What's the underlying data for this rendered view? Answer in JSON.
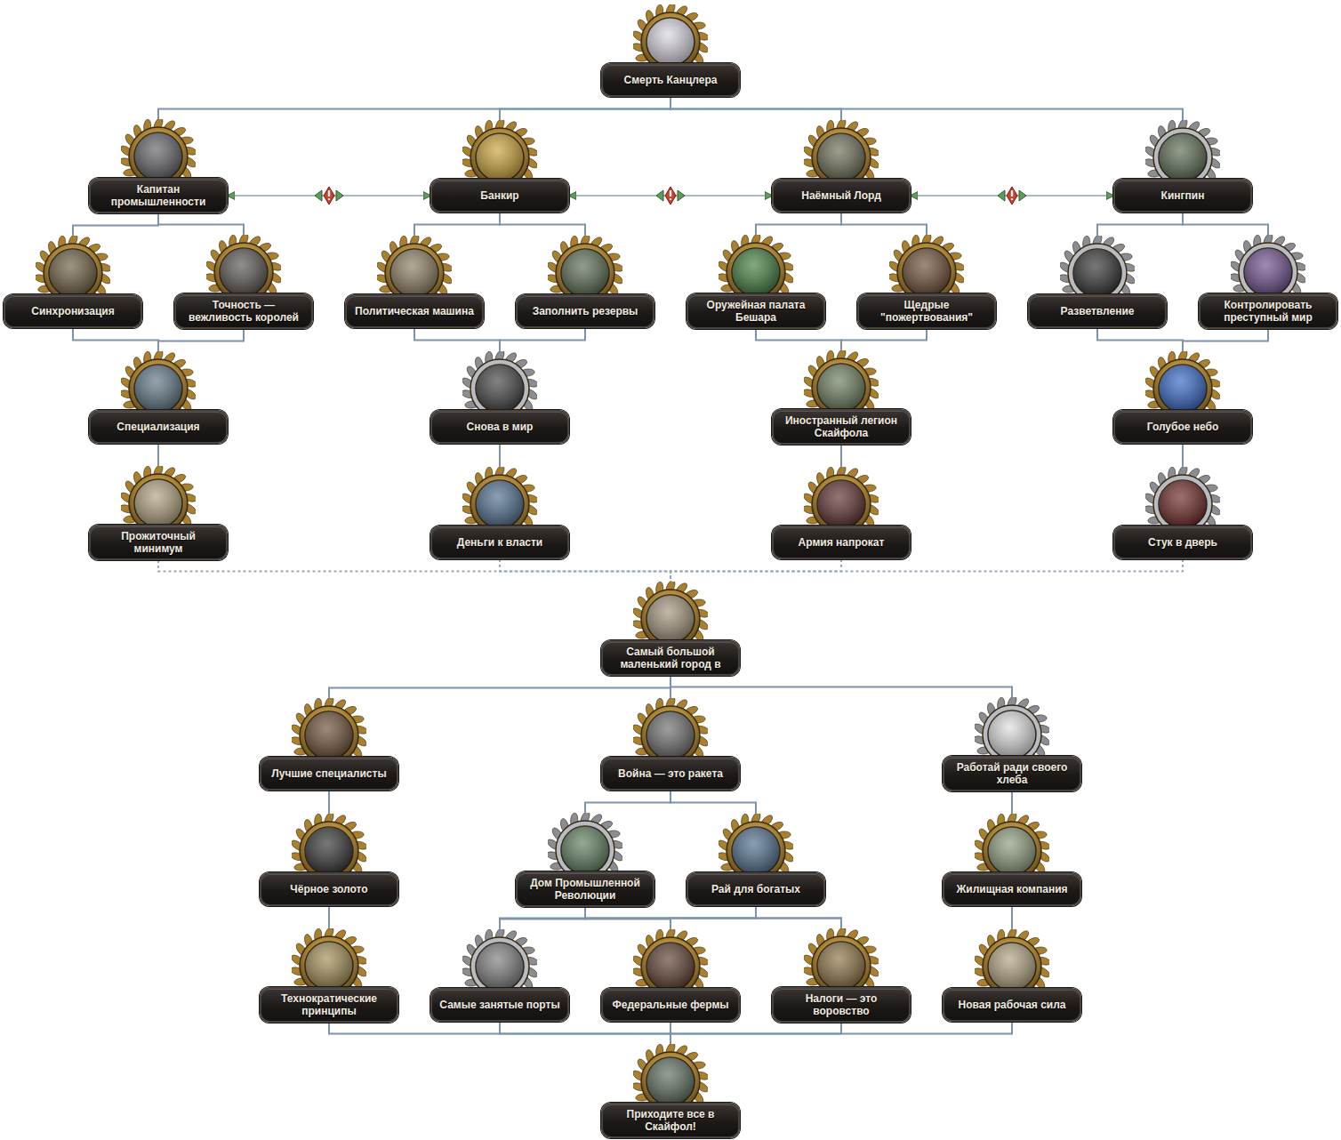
{
  "diagram": {
    "nodes": [
      {
        "text": [
          "Смерть Канцлера"
        ]
      },
      {
        "text": [
          "Капитан промышленности"
        ]
      },
      {
        "text": [
          "Банкир"
        ]
      },
      {
        "text": [
          "Наёмный Лорд"
        ]
      },
      {
        "text": [
          "Кингпин"
        ]
      },
      {
        "text": [
          "Синхронизация"
        ]
      },
      {
        "text": [
          "Точность — вежливость королей"
        ]
      },
      {
        "text": [
          "Политическая машина"
        ]
      },
      {
        "text": [
          "Заполнить резервы"
        ]
      },
      {
        "text": [
          "Оружейная палата Бешара"
        ]
      },
      {
        "text": [
          "Щедрые \"пожертвования\""
        ]
      },
      {
        "text": [
          "Разветвление"
        ]
      },
      {
        "text": [
          "Контролировать преступный мир"
        ]
      },
      {
        "text": [
          "Специализация"
        ]
      },
      {
        "text": [
          "Снова в мир"
        ]
      },
      {
        "text": [
          "Иностранный легион Скайфола"
        ]
      },
      {
        "text": [
          "Голубое небо"
        ]
      },
      {
        "text": [
          "Прожиточный минимум"
        ]
      },
      {
        "text": [
          "Деньги к власти"
        ]
      },
      {
        "text": [
          "Армия напрокат"
        ]
      },
      {
        "text": [
          "Стук в дверь"
        ]
      },
      {
        "text": [
          "Самый большой маленький город в"
        ]
      },
      {
        "text": [
          "Лучшие специалисты"
        ]
      },
      {
        "text": [
          "Война — это ракета"
        ]
      },
      {
        "text": [
          "Работай ради своего хлеба"
        ]
      },
      {
        "text": [
          "Чёрное золото"
        ]
      },
      {
        "text": [
          "Дом Промышленной Революции"
        ]
      },
      {
        "text": [
          "Рай для богатых"
        ]
      },
      {
        "text": [
          "Жилищная компания"
        ]
      },
      {
        "text": [
          "Технократические принципы"
        ]
      },
      {
        "text": [
          "Самые занятые порты"
        ]
      },
      {
        "text": [
          "Федеральные фермы"
        ]
      },
      {
        "text": [
          "Налоги — это воровство"
        ]
      },
      {
        "text": [
          "Новая рабочая сила"
        ]
      },
      {
        "text": [
          "Приходите все в Скайфол!"
        ]
      }
    ],
    "edges": [
      {
        "from": 0,
        "to": 1,
        "arrow": "none"
      },
      {
        "from": 0,
        "to": 2,
        "arrow": "none"
      },
      {
        "from": 0,
        "to": 3,
        "arrow": "none"
      },
      {
        "from": 0,
        "to": 4,
        "arrow": "none"
      },
      {
        "from": 1,
        "to": 2,
        "arrow": "both"
      },
      {
        "from": 2,
        "to": 3,
        "arrow": "both"
      },
      {
        "from": 3,
        "to": 4,
        "arrow": "both"
      },
      {
        "from": 1,
        "to": 5,
        "arrow": "none"
      },
      {
        "from": 1,
        "to": 6,
        "arrow": "none"
      },
      {
        "from": 2,
        "to": 7,
        "arrow": "none"
      },
      {
        "from": 2,
        "to": 8,
        "arrow": "none"
      },
      {
        "from": 3,
        "to": 9,
        "arrow": "none"
      },
      {
        "from": 3,
        "to": 10,
        "arrow": "none"
      },
      {
        "from": 4,
        "to": 11,
        "arrow": "none"
      },
      {
        "from": 4,
        "to": 12,
        "arrow": "none"
      },
      {
        "from": 5,
        "to": 13,
        "arrow": "none"
      },
      {
        "from": 6,
        "to": 13,
        "arrow": "none"
      },
      {
        "from": 7,
        "to": 14,
        "arrow": "none"
      },
      {
        "from": 8,
        "to": 14,
        "arrow": "none"
      },
      {
        "from": 9,
        "to": 15,
        "arrow": "none"
      },
      {
        "from": 10,
        "to": 15,
        "arrow": "none"
      },
      {
        "from": 11,
        "to": 16,
        "arrow": "none"
      },
      {
        "from": 12,
        "to": 16,
        "arrow": "none"
      },
      {
        "from": 13,
        "to": 17,
        "arrow": "none"
      },
      {
        "from": 14,
        "to": 18,
        "arrow": "none"
      },
      {
        "from": 15,
        "to": 19,
        "arrow": "none"
      },
      {
        "from": 16,
        "to": 20,
        "arrow": "none"
      },
      {
        "from": 17,
        "to": 21,
        "arrow": "none"
      },
      {
        "from": 18,
        "to": 21,
        "arrow": "none"
      },
      {
        "from": 19,
        "to": 21,
        "arrow": "none"
      },
      {
        "from": 20,
        "to": 21,
        "arrow": "none"
      },
      {
        "from": 21,
        "to": 22,
        "arrow": "none"
      },
      {
        "from": 21,
        "to": 23,
        "arrow": "none"
      },
      {
        "from": 21,
        "to": 24,
        "arrow": "none"
      },
      {
        "from": 22,
        "to": 25,
        "arrow": "none"
      },
      {
        "from": 25,
        "to": 29,
        "arrow": "none"
      },
      {
        "from": 23,
        "to": 26,
        "arrow": "none"
      },
      {
        "from": 23,
        "to": 27,
        "arrow": "none"
      },
      {
        "from": 26,
        "to": 30,
        "arrow": "none"
      },
      {
        "from": 26,
        "to": 31,
        "arrow": "none"
      },
      {
        "from": 26,
        "to": 32,
        "arrow": "none"
      },
      {
        "from": 27,
        "to": 30,
        "arrow": "none"
      },
      {
        "from": 27,
        "to": 31,
        "arrow": "none"
      },
      {
        "from": 27,
        "to": 32,
        "arrow": "none"
      },
      {
        "from": 24,
        "to": 28,
        "arrow": "none"
      },
      {
        "from": 28,
        "to": 33,
        "arrow": "none"
      },
      {
        "from": 29,
        "to": 34,
        "arrow": "none"
      },
      {
        "from": 30,
        "to": 34,
        "arrow": "none"
      },
      {
        "from": 31,
        "to": 34,
        "arrow": "none"
      },
      {
        "from": 32,
        "to": 34,
        "arrow": "none"
      },
      {
        "from": 33,
        "to": 34,
        "arrow": "none"
      }
    ]
  }
}
